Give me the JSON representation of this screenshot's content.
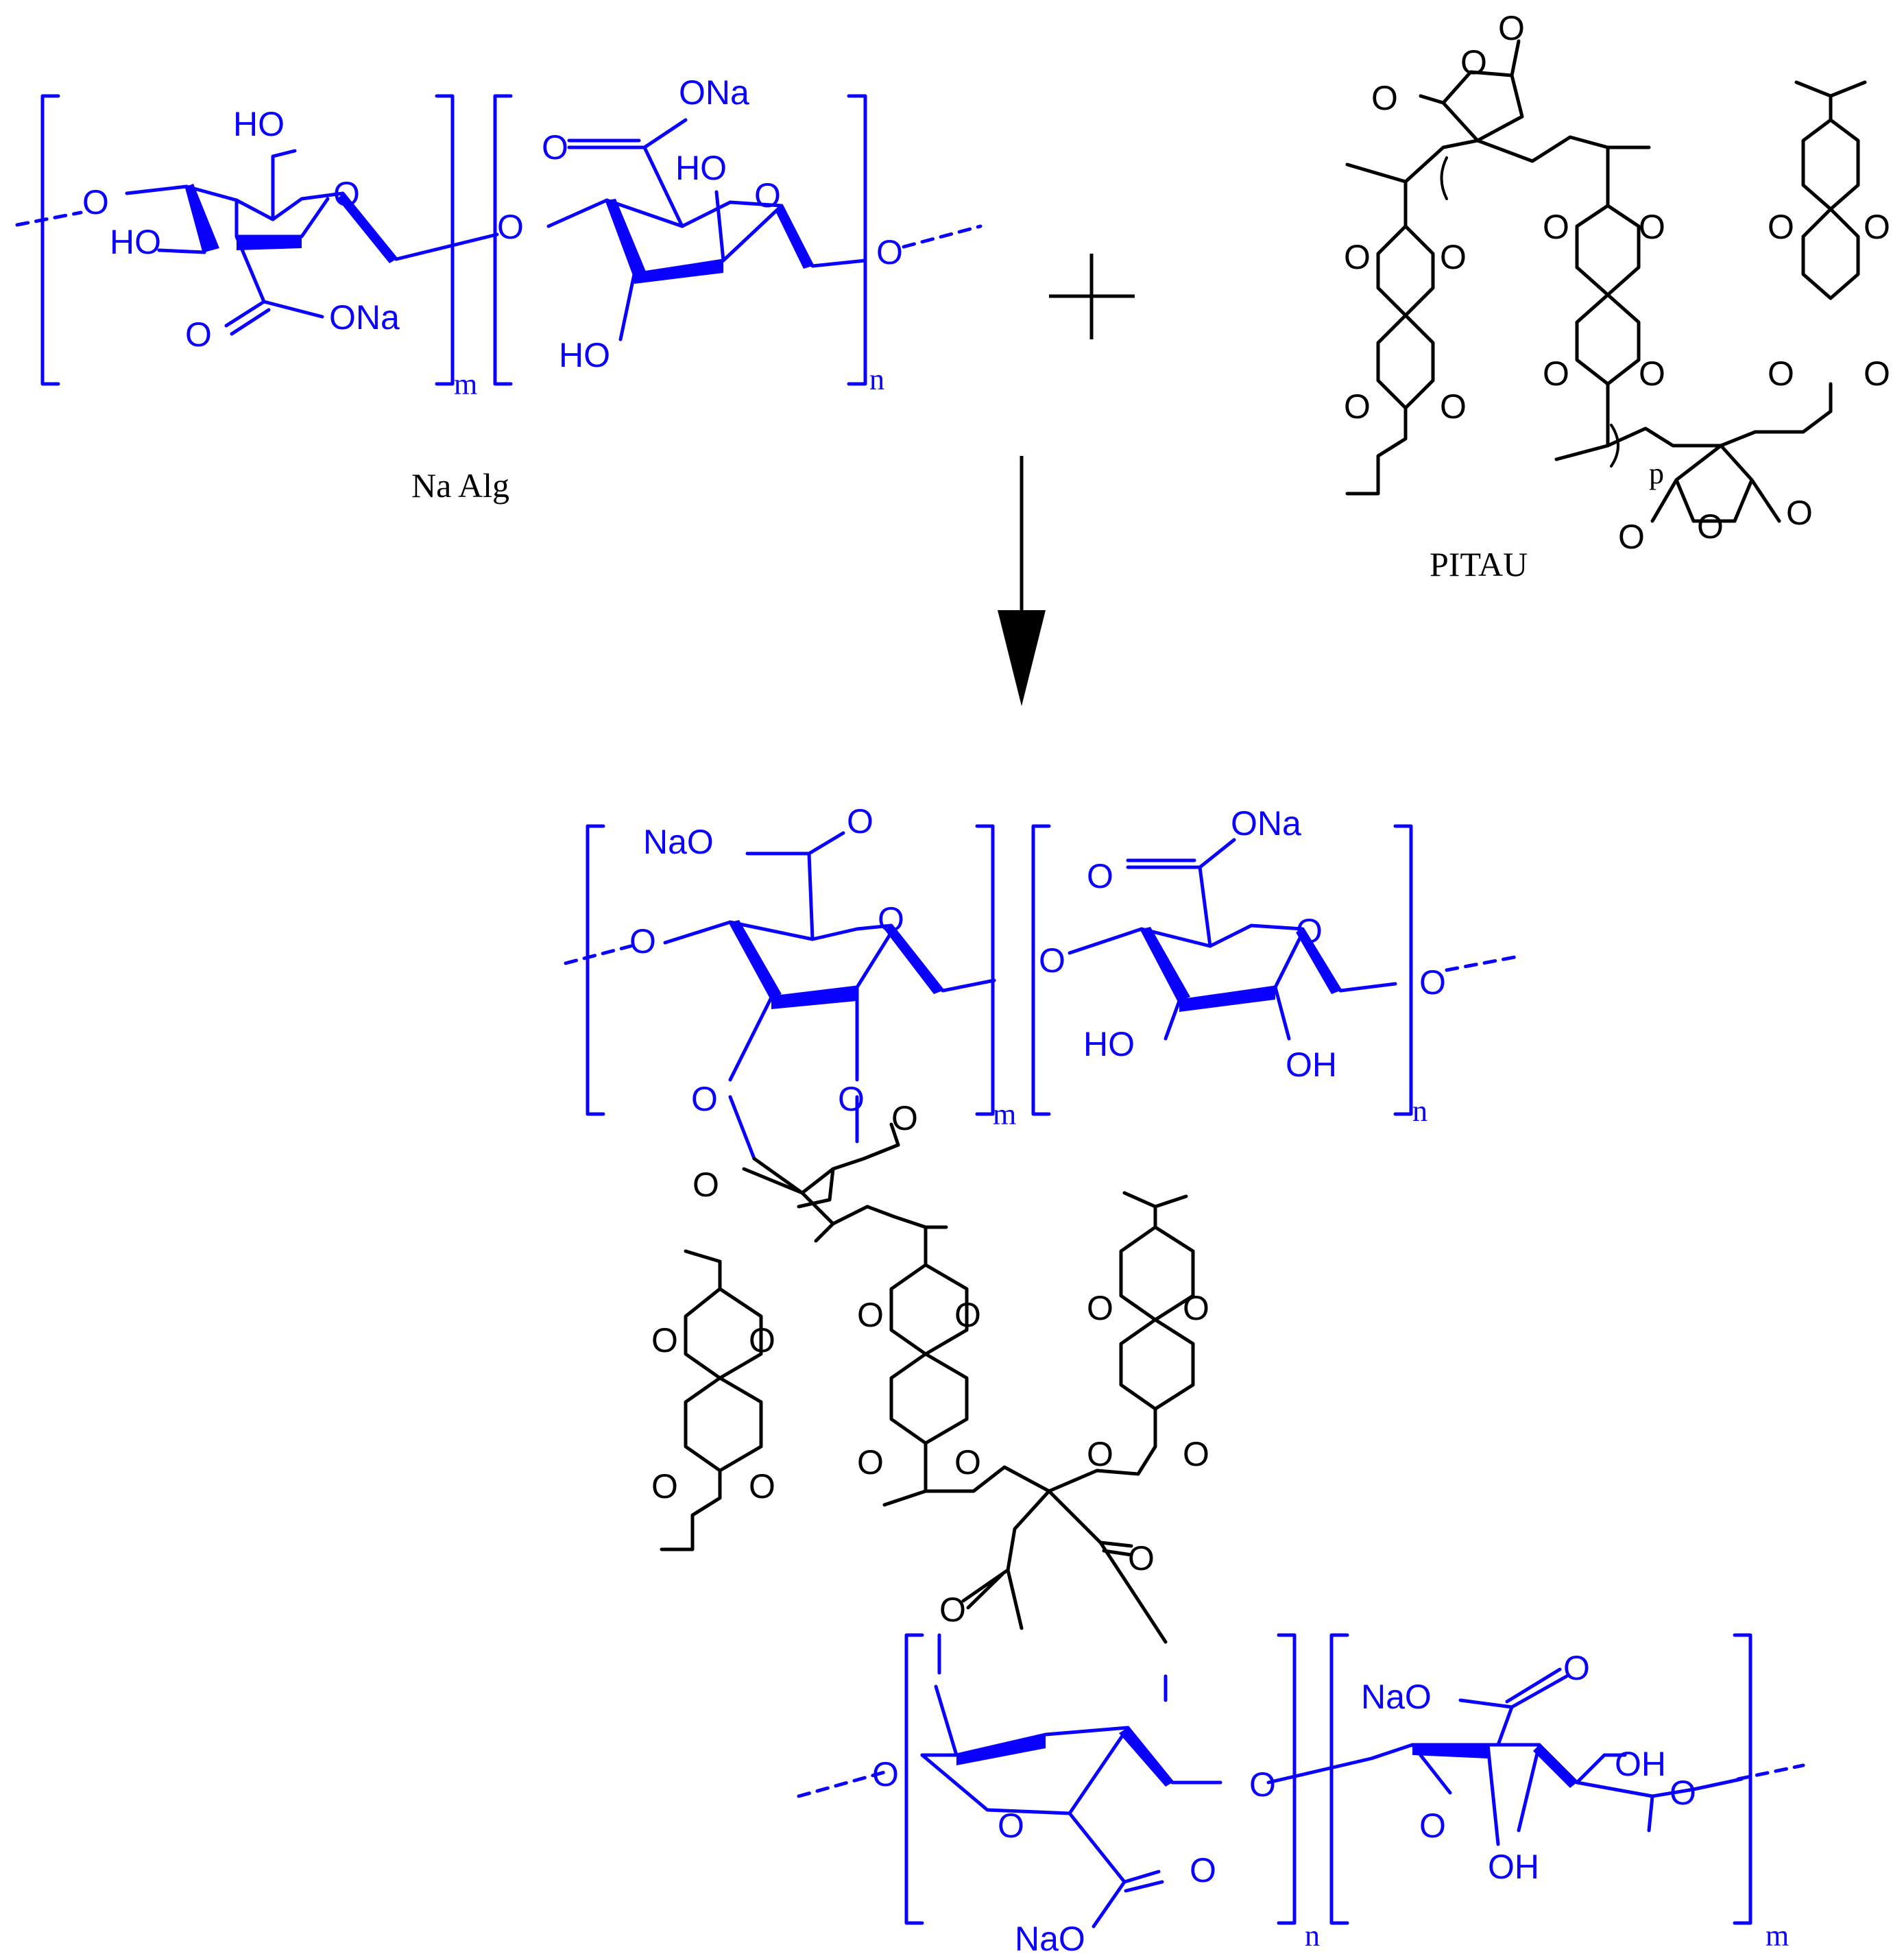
{
  "colors": {
    "alginate": "#0a00ff",
    "pitau": "#000000",
    "background": "#ffffff"
  },
  "labels": {
    "naalg": "Na Alg",
    "pitau": "PITAU",
    "m": "m",
    "n": "n",
    "p": "p",
    "O": "O",
    "HO": "HO",
    "OH": "OH",
    "ONa": "ONa",
    "NaO": "NaO"
  },
  "symbols": {
    "plus": "plus-sign",
    "arrow": "reaction-arrow-down"
  }
}
